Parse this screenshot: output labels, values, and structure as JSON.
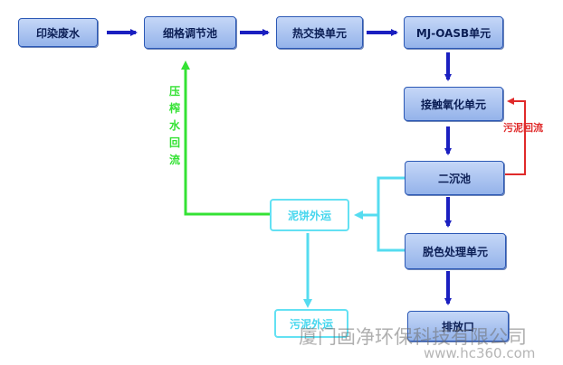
{
  "nodes": {
    "dyeing_wastewater": "印染废水",
    "regulating_tank": "细格调节池",
    "heat_exchange": "热交换单元",
    "mj_oasb": "MJ-OASB单元",
    "contact_oxidation": "接触氧化单元",
    "secondary_clarifier": "二沉池",
    "decolor_unit": "脱色处理单元",
    "discharge": "排放口",
    "cake_transport": "泥饼外运",
    "sludge_transport": "污泥外运"
  },
  "labels": {
    "press_water_return": [
      "压",
      "榨",
      "水",
      "回",
      "流"
    ],
    "sludge_return": "污泥回流"
  },
  "watermark": {
    "company": "厦门画净环保科技有限公司",
    "site": "www.hc360.com"
  },
  "colors": {
    "main_arrow": "#1a1fc0",
    "sludge_return": "#e02a2a",
    "press_water": "#34e234",
    "sludge_line": "#55dcf0"
  }
}
